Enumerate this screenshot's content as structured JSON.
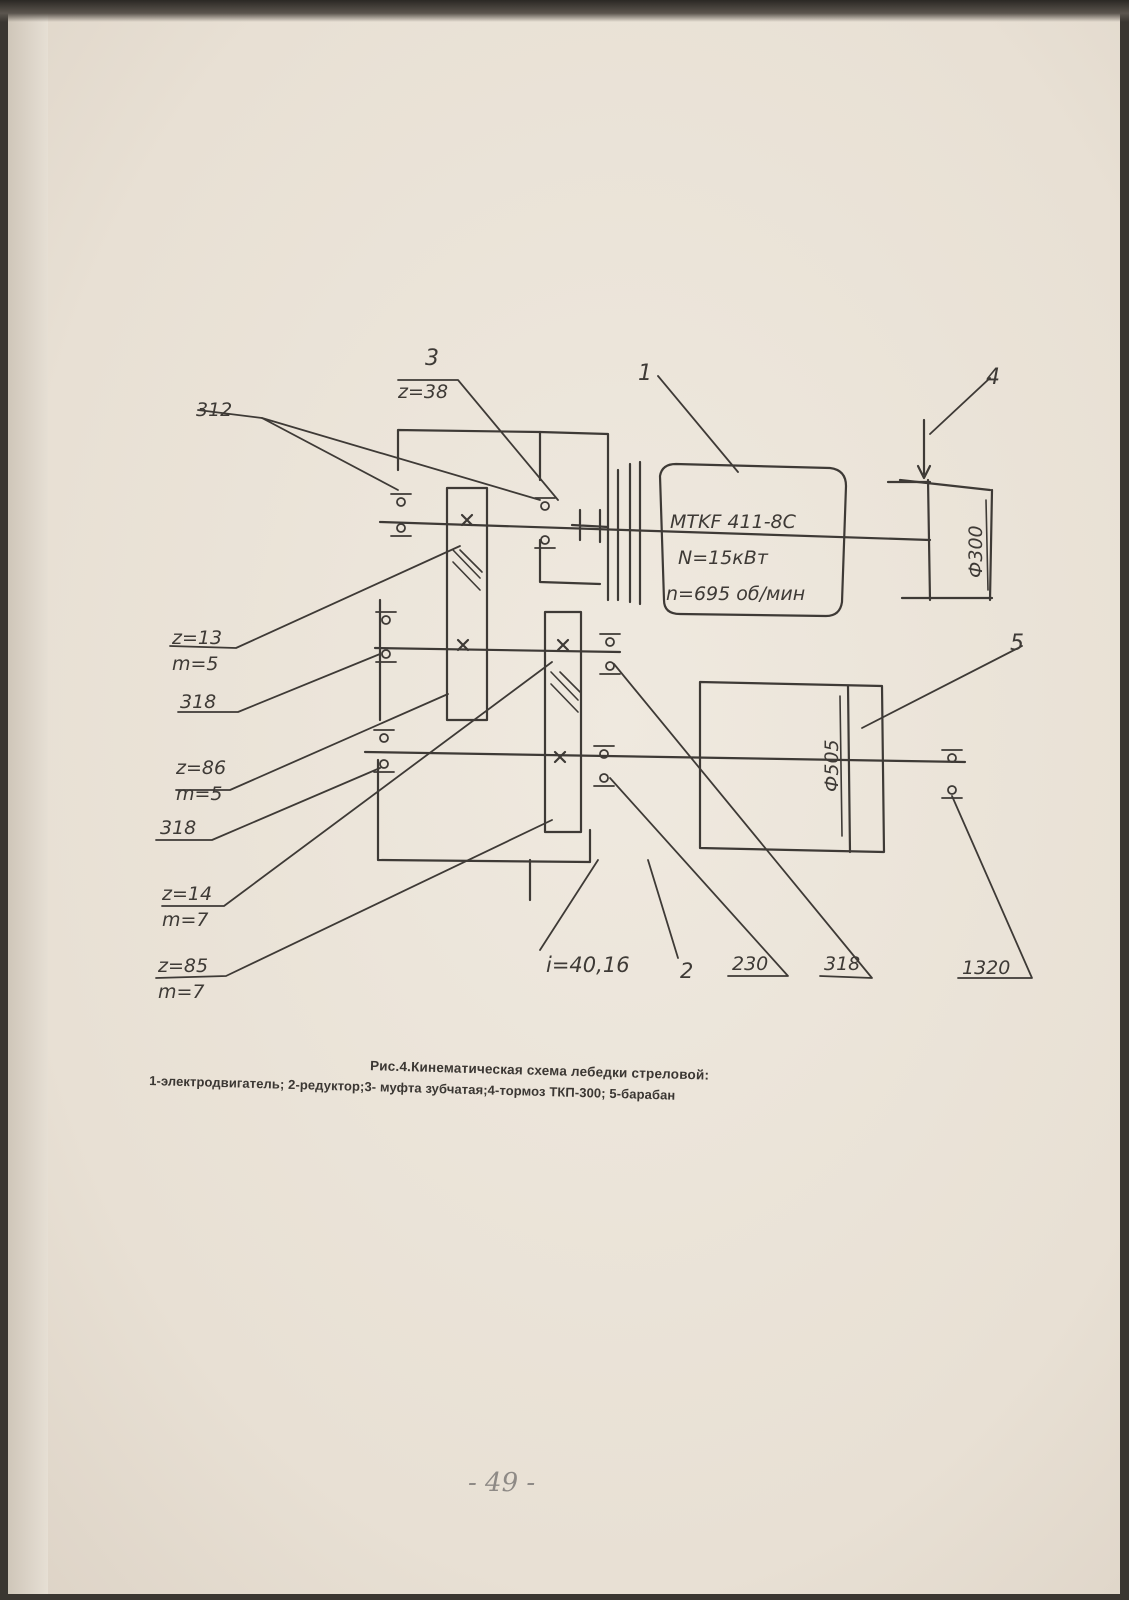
{
  "labels": {
    "gear_coupling": "3",
    "gear_coupling_teeth": "z=38",
    "bearing_312": "312",
    "motor_no": "1",
    "brake_no": "4",
    "drum_no": "5",
    "reducer_no": "2",
    "motor_model": "MTKF 411-8C",
    "motor_power": "N=15кВт",
    "motor_speed": "n=695 об/мин",
    "brake_diameter": "Ф300",
    "drum_diameter": "Ф505",
    "gear1_z": "z=13",
    "gear1_m": "m=5",
    "bearing_318_a": "318",
    "gear2_z": "z=86",
    "gear2_m": "m=5",
    "bearing_318_b": "318",
    "gear3_z": "z=14",
    "gear3_m": "m=7",
    "gear4_z": "z=85",
    "gear4_m": "m=7",
    "ratio": "i=40,16",
    "bearing_230": "230",
    "bearing_318_c": "318",
    "bearing_1320": "1320"
  },
  "caption": {
    "title": "Рис.4.Кинематическая схема лебедки стреловой:",
    "legend": "1-электродвигатель; 2-редуктор;3- муфта зубчатая;4-тормоз ТКП-300; 5-барабан"
  },
  "page_number": "- 49 -"
}
